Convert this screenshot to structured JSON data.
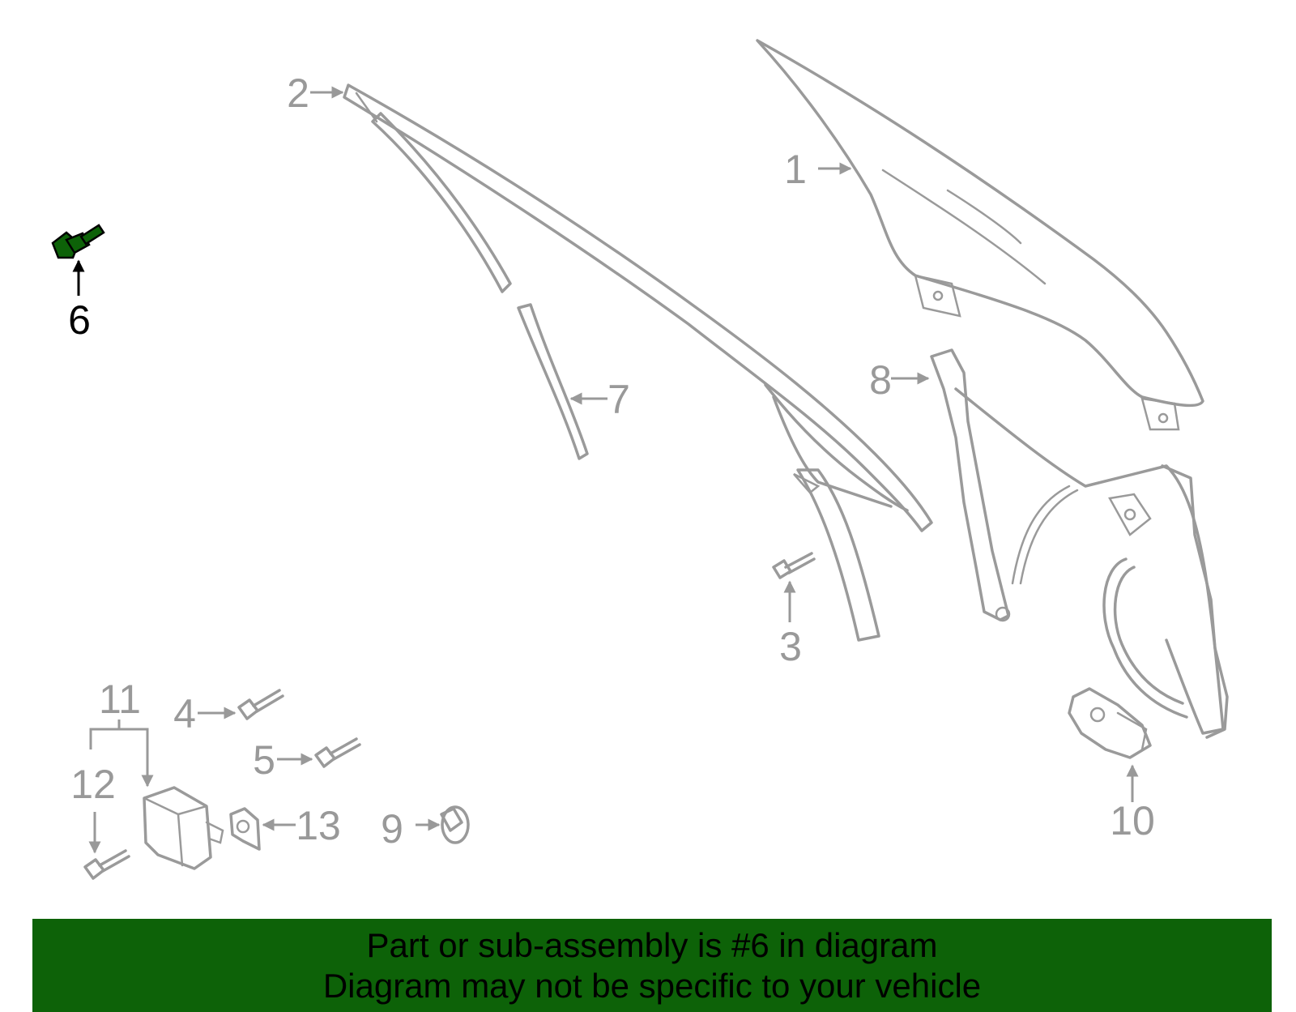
{
  "diagram": {
    "highlight_color": "#0d6208",
    "part_stroke_color": "#9a9a9a",
    "highlighted_part": "6",
    "callouts": [
      {
        "id": "1",
        "label": "1"
      },
      {
        "id": "2",
        "label": "2"
      },
      {
        "id": "3",
        "label": "3"
      },
      {
        "id": "4",
        "label": "4"
      },
      {
        "id": "5",
        "label": "5"
      },
      {
        "id": "6",
        "label": "6"
      },
      {
        "id": "7",
        "label": "7"
      },
      {
        "id": "8",
        "label": "8"
      },
      {
        "id": "9",
        "label": "9"
      },
      {
        "id": "10",
        "label": "10"
      },
      {
        "id": "11",
        "label": "11"
      },
      {
        "id": "12",
        "label": "12"
      },
      {
        "id": "13",
        "label": "13"
      }
    ]
  },
  "banner": {
    "background": "#0d6208",
    "line1": "Part or sub-assembly is #6 in diagram",
    "line2": "Diagram may not be specific to your vehicle"
  }
}
